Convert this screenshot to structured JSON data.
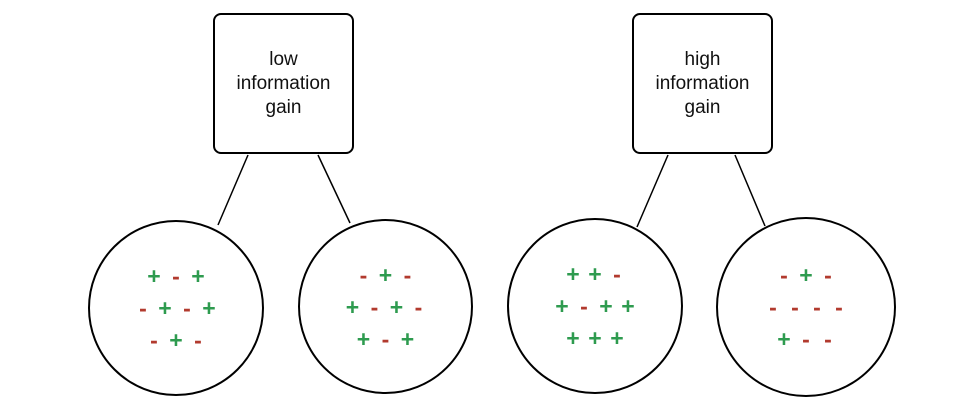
{
  "colors": {
    "plus_green": "#2e9b4f",
    "minus_red": "#b23a2e",
    "stroke_black": "#000000"
  },
  "trees": [
    {
      "box_label_lines": [
        "low",
        "information",
        "gain"
      ],
      "children": [
        {
          "rows": [
            "+ - +",
            "- + - +",
            "- + -"
          ]
        },
        {
          "rows": [
            "- + -",
            "+ - + -",
            "+ - +"
          ]
        }
      ]
    },
    {
      "box_label_lines": [
        "high",
        "information",
        "gain"
      ],
      "children": [
        {
          "rows": [
            "+ + -",
            "+ - + +",
            "+ + +"
          ]
        },
        {
          "rows": [
            "- + -",
            "- - - -",
            "+ - -"
          ]
        }
      ]
    }
  ]
}
